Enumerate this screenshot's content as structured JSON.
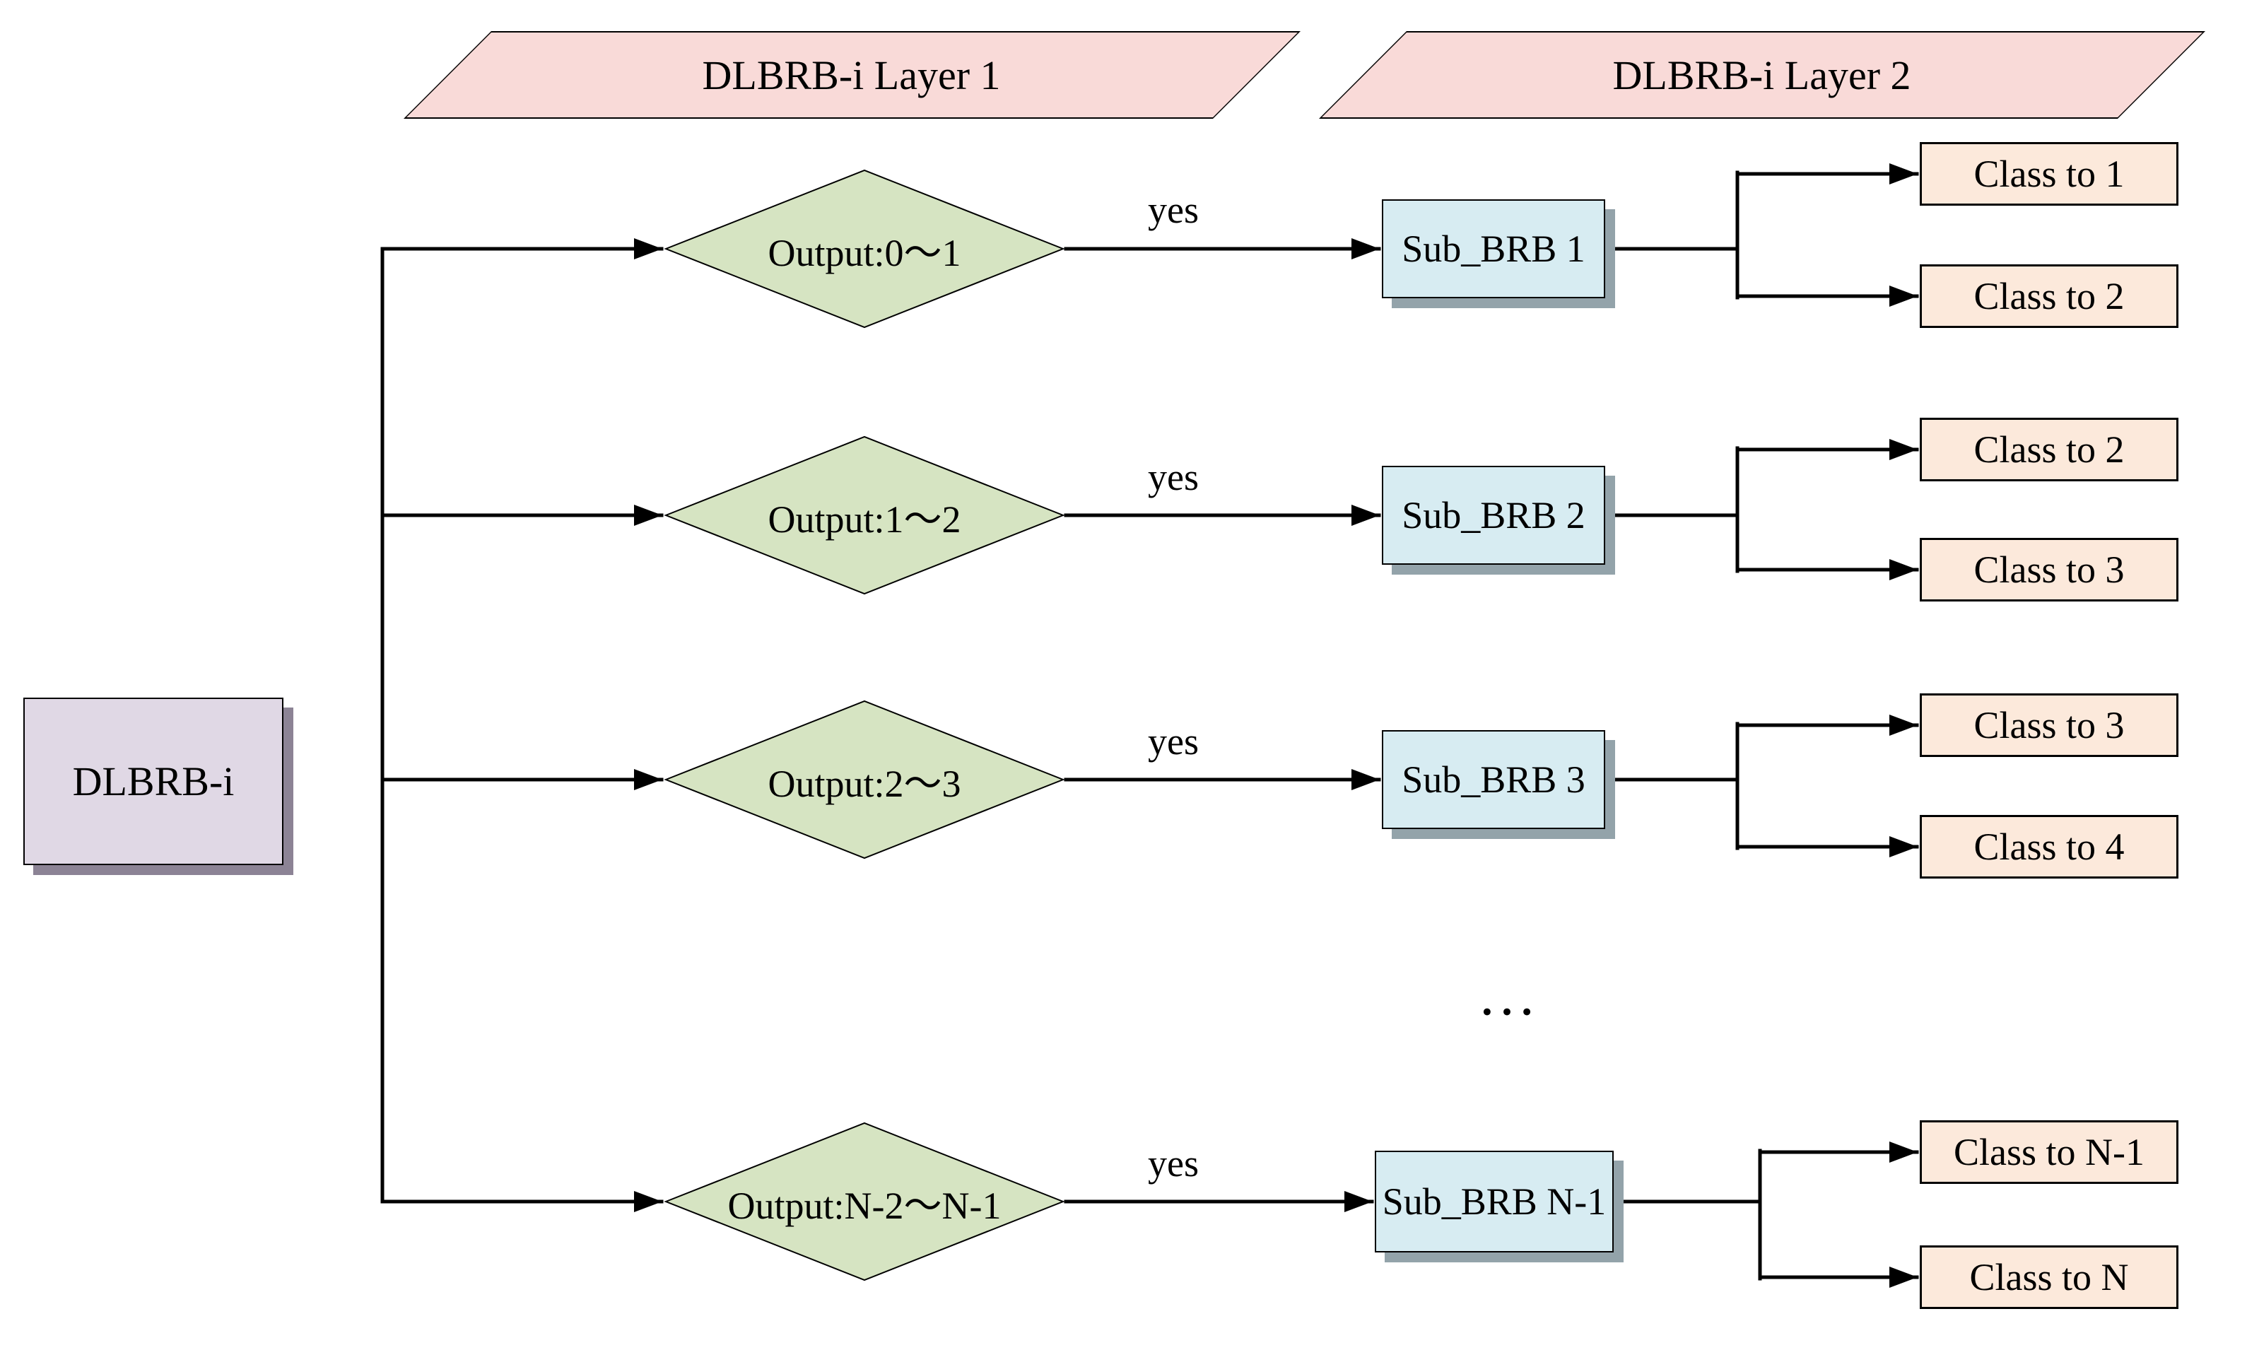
{
  "figure": {
    "background": "#ffffff"
  },
  "colors": {
    "header_fill": "#f9dad8",
    "root_fill": "#e0d8e5",
    "root_shadow": "#8c8395",
    "decision_fill": "#d6e4c2",
    "process_fill": "#d7ecf2",
    "process_shadow": "#93a3aa",
    "class_fill": "#fce9db",
    "line": "#000000"
  },
  "headers": [
    {
      "label": "DLBRB-i Layer 1"
    },
    {
      "label": "DLBRB-i Layer 2"
    }
  ],
  "root": {
    "label": "DLBRB-i"
  },
  "rows": [
    {
      "condition": "Output:0～1",
      "edge_label": "yes",
      "sub_brb": "Sub_BRB 1",
      "classes": [
        "Class to 1",
        "Class to 2"
      ]
    },
    {
      "condition": "Output:1～2",
      "edge_label": "yes",
      "sub_brb": "Sub_BRB 2",
      "classes": [
        "Class to 2",
        "Class to 3"
      ]
    },
    {
      "condition": "Output:2～3",
      "edge_label": "yes",
      "sub_brb": "Sub_BRB 3",
      "classes": [
        "Class to 3",
        "Class to 4"
      ]
    },
    {
      "condition": "Output:N-2～N-1",
      "edge_label": "yes",
      "sub_brb": "Sub_BRB N-1",
      "classes": [
        "Class to N-1",
        "Class to N"
      ]
    }
  ],
  "ellipsis": "…"
}
